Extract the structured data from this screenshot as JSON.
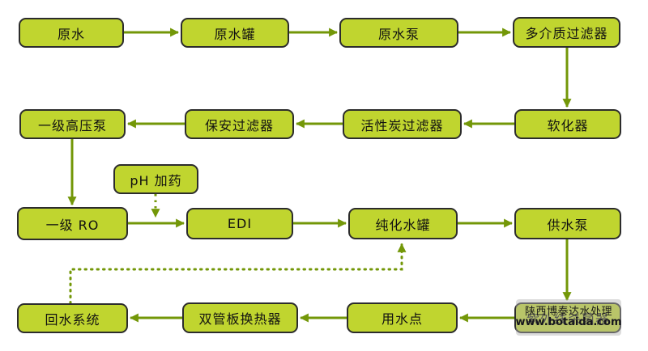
{
  "diagram": {
    "type": "flowchart",
    "background": "#ffffff",
    "colors": {
      "node_fill": "#c0d52f",
      "node_border": "#2c2c2c",
      "arrow": "#739708",
      "text": "#111111"
    },
    "nodes": [
      {
        "id": "raw-water",
        "label": "原水"
      },
      {
        "id": "raw-water-tank",
        "label": "原水罐"
      },
      {
        "id": "raw-water-pump",
        "label": "原水泵"
      },
      {
        "id": "multi-media-filter",
        "label": "多介质过滤器"
      },
      {
        "id": "first-stage-high-pressure-pump",
        "label": "一级高压泵"
      },
      {
        "id": "cartridge-filter",
        "label": "保安过滤器"
      },
      {
        "id": "activated-carbon-filter",
        "label": "活性炭过滤器"
      },
      {
        "id": "softener",
        "label": "软化器"
      },
      {
        "id": "ph-dosing",
        "label": "pH 加药"
      },
      {
        "id": "first-stage-ro",
        "label": "一级 RO"
      },
      {
        "id": "edi",
        "label": "EDI"
      },
      {
        "id": "purified-water-tank",
        "label": "纯化水罐"
      },
      {
        "id": "supply-pump",
        "label": "供水泵"
      },
      {
        "id": "return-water-system",
        "label": "回水系统"
      },
      {
        "id": "double-tube-sheet-heat-exchanger",
        "label": "双管板换热器"
      },
      {
        "id": "water-use-point",
        "label": "用水点"
      },
      {
        "id": "uv-sterilizer",
        "label": "紫外线杀菌器"
      }
    ],
    "edges": [
      {
        "from": "raw-water",
        "to": "raw-water-tank",
        "style": "solid"
      },
      {
        "from": "raw-water-tank",
        "to": "raw-water-pump",
        "style": "solid"
      },
      {
        "from": "raw-water-pump",
        "to": "multi-media-filter",
        "style": "solid"
      },
      {
        "from": "multi-media-filter",
        "to": "softener",
        "style": "solid"
      },
      {
        "from": "softener",
        "to": "activated-carbon-filter",
        "style": "solid"
      },
      {
        "from": "activated-carbon-filter",
        "to": "cartridge-filter",
        "style": "solid"
      },
      {
        "from": "cartridge-filter",
        "to": "first-stage-high-pressure-pump",
        "style": "solid"
      },
      {
        "from": "first-stage-high-pressure-pump",
        "to": "first-stage-ro",
        "style": "solid"
      },
      {
        "from": "ph-dosing",
        "to": "first-stage-ro-edi-line",
        "style": "dotted"
      },
      {
        "from": "first-stage-ro",
        "to": "edi",
        "style": "solid"
      },
      {
        "from": "edi",
        "to": "purified-water-tank",
        "style": "solid"
      },
      {
        "from": "purified-water-tank",
        "to": "supply-pump",
        "style": "solid"
      },
      {
        "from": "supply-pump",
        "to": "uv-sterilizer",
        "style": "solid"
      },
      {
        "from": "uv-sterilizer",
        "to": "water-use-point",
        "style": "solid"
      },
      {
        "from": "water-use-point",
        "to": "double-tube-sheet-heat-exchanger",
        "style": "solid"
      },
      {
        "from": "double-tube-sheet-heat-exchanger",
        "to": "return-water-system",
        "style": "solid"
      },
      {
        "from": "return-water-system",
        "to": "purified-water-tank",
        "style": "dotted"
      }
    ],
    "watermark": {
      "line1": "陕西博泰达水处理",
      "line2": "www.botaida.com"
    }
  }
}
